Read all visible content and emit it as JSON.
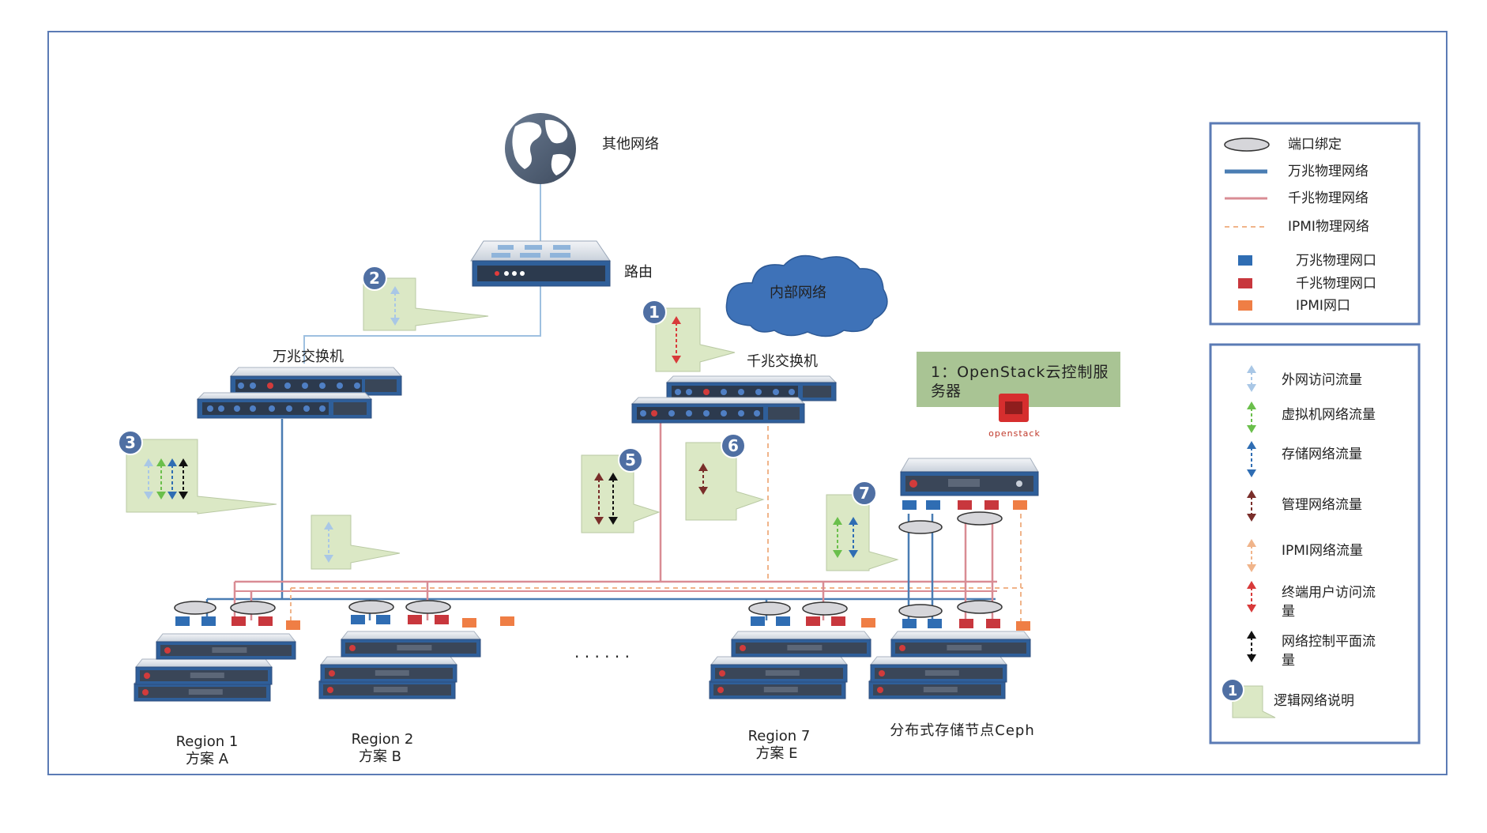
{
  "labels": {
    "other_network": "其他网络",
    "router": "路由",
    "internal_network": "内部网络",
    "ten_g_switch": "万兆交换机",
    "one_g_switch": "千兆交换机",
    "openstack_server_line1": "1：OpenStack云控制服",
    "openstack_server_line2": "务器",
    "openstack_logo_text": "openstack",
    "region1_name": "Region 1",
    "region1_plan": "方案 A",
    "region2_name": "Region 2",
    "region2_plan": "方案 B",
    "region7_name": "Region 7",
    "region7_plan": "方案 E",
    "ellipsis": "· · · · · ·",
    "ceph": "分布式存储节点Ceph"
  },
  "callouts": [
    "1",
    "2",
    "3",
    "5",
    "6",
    "7"
  ],
  "legend_physical": [
    {
      "icon": "port-bond",
      "label": "端口绑定"
    },
    {
      "icon": "line-10g",
      "label": "万兆物理网络"
    },
    {
      "icon": "line-1g",
      "label": "千兆物理网络"
    },
    {
      "icon": "line-ipmi",
      "label": "IPMI物理网络"
    },
    {
      "icon": "port-10g",
      "label": "万兆物理网口"
    },
    {
      "icon": "port-1g",
      "label": "千兆物理网口"
    },
    {
      "icon": "port-ipmi",
      "label": "IPMI网口"
    }
  ],
  "legend_logical": [
    {
      "icon": "arrow-external",
      "label_lines": [
        "外网访问流量"
      ]
    },
    {
      "icon": "arrow-vm",
      "label_lines": [
        "虚拟机网络流量"
      ]
    },
    {
      "icon": "arrow-storage",
      "label_lines": [
        "存储网络流量"
      ]
    },
    {
      "icon": "arrow-management",
      "label_lines": [
        "管理网络流量"
      ]
    },
    {
      "icon": "arrow-ipmi",
      "label_lines": [
        "IPMI网络流量"
      ]
    },
    {
      "icon": "arrow-enduser",
      "label_lines": [
        "终端用户访问流",
        "量"
      ]
    },
    {
      "icon": "arrow-control",
      "label_lines": [
        "网络控制平面流",
        "量"
      ]
    },
    {
      "icon": "callout-marker",
      "label_lines": [
        "逻辑网络说明"
      ],
      "marker": "1"
    }
  ],
  "colors": {
    "ten_g": "#4a7db3",
    "one_g": "#d98c94",
    "ipmi": "#f0b48a",
    "port_blue": "#2f6db3",
    "port_red": "#c8373d",
    "port_orange": "#ef7e45",
    "callout_fill": "#dbe8c5",
    "badge": "#4f6fa3",
    "frame": "#5b7bb5",
    "flow_external": "#a9c7e6",
    "flow_vm": "#6abf4b",
    "flow_storage": "#2f6db3",
    "flow_management": "#7a2e2a",
    "flow_ipmi": "#f0b48a",
    "flow_enduser": "#d83a3a",
    "flow_control": "#111111"
  }
}
